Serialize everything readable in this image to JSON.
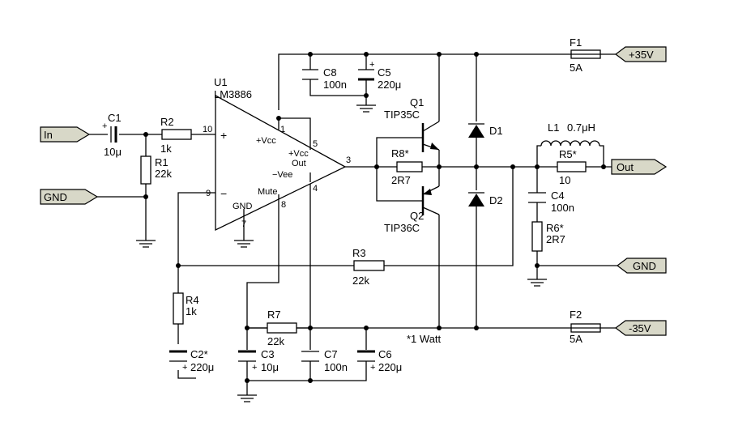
{
  "opamp": {
    "ref": "U1",
    "part": "LM3886",
    "plus": "+",
    "minus": "−",
    "vcc_a": "+Vcc",
    "vcc_b": "+Vcc",
    "vee": "−Vee",
    "out": "Out",
    "mute": "Mute",
    "gnd": "GND",
    "pins": [
      "1",
      "5",
      "3",
      "4",
      "8",
      "7",
      "9",
      "10"
    ]
  },
  "ports": {
    "in": "In",
    "gnd_left": "GND",
    "vpos": "+35V",
    "out": "Out",
    "gnd_right": "GND",
    "vneg": "-35V"
  },
  "parts": {
    "C1": {
      "ref": "C1",
      "value": "10μ",
      "pol": "+"
    },
    "R1": {
      "ref": "R1",
      "value": "22k"
    },
    "R2": {
      "ref": "R2",
      "value": "1k"
    },
    "R3": {
      "ref": "R3",
      "value": "22k"
    },
    "R4": {
      "ref": "R4",
      "value": "1k"
    },
    "C2": {
      "ref": "C2*",
      "value": "220μ",
      "pol": "+"
    },
    "C3": {
      "ref": "C3",
      "value": "10μ",
      "pol": "+"
    },
    "R7": {
      "ref": "R7",
      "value": "22k"
    },
    "C7": {
      "ref": "C7",
      "value": "100n"
    },
    "C6": {
      "ref": "C6",
      "value": "220μ",
      "pol": "+"
    },
    "C8": {
      "ref": "C8",
      "value": "100n"
    },
    "C5": {
      "ref": "C5",
      "value": "220μ",
      "pol": "+"
    },
    "Q1": {
      "ref": "Q1",
      "part": "TIP35C"
    },
    "Q2": {
      "ref": "Q2",
      "part": "TIP36C"
    },
    "R8": {
      "ref": "R8*",
      "value": "2R7"
    },
    "D1": {
      "ref": "D1"
    },
    "D2": {
      "ref": "D2"
    },
    "F1": {
      "ref": "F1",
      "value": "5A"
    },
    "F2": {
      "ref": "F2",
      "value": "5A"
    },
    "L1": {
      "ref": "L1",
      "value": "0.7μH"
    },
    "R5": {
      "ref": "R5*",
      "value": "10"
    },
    "C4": {
      "ref": "C4",
      "value": "100n"
    },
    "R6": {
      "ref": "R6*",
      "value": "2R7"
    }
  },
  "note": "*1 Watt"
}
